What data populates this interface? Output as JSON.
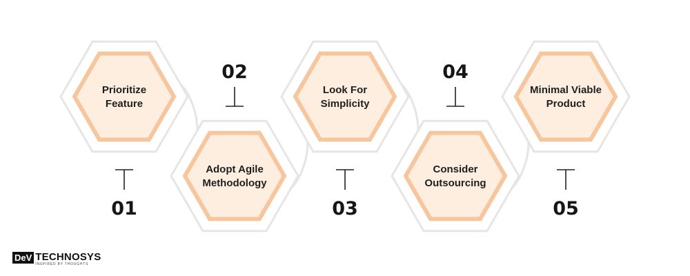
{
  "steps": [
    {
      "number": "01",
      "lines": [
        "Prioritize",
        "Feature"
      ]
    },
    {
      "number": "02",
      "lines": [
        "Adopt Agile",
        "Methodology"
      ]
    },
    {
      "number": "03",
      "lines": [
        "Look For",
        "Simplicity"
      ]
    },
    {
      "number": "04",
      "lines": [
        "Consider",
        "Outsourcing"
      ]
    },
    {
      "number": "05",
      "lines": [
        "Minimal Viable",
        "Product"
      ]
    }
  ],
  "logo": {
    "box_text": "DeV",
    "main_text": "TECHNOSYS",
    "tagline": "INSPIRED BY THOUGHTS"
  },
  "colors": {
    "inner_fill": "#fdeedf",
    "inner_stroke": "#f6c79e",
    "outer_stroke": "#e7e5e4",
    "text": "#1f1f1f"
  }
}
